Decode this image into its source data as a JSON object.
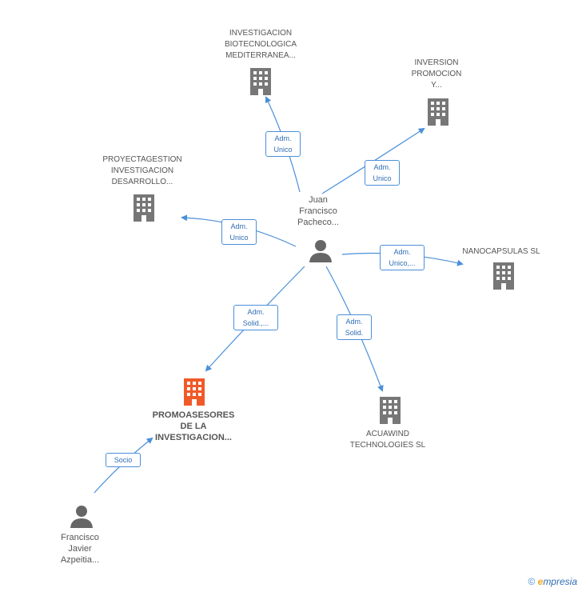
{
  "nodes": {
    "center_person": {
      "lines": [
        "Juan",
        "Francisco",
        "Pacheco..."
      ]
    },
    "inv_biotec": {
      "lines": [
        "INVESTIGACION",
        "BIOTECNOLOGICA",
        "MEDITERRANEA..."
      ]
    },
    "inversion": {
      "lines": [
        "INVERSION",
        "PROMOCION",
        "Y..."
      ]
    },
    "proyecta": {
      "lines": [
        "PROYECTAGESTION",
        "INVESTIGACION",
        "DESARROLLO..."
      ]
    },
    "nanocaps": {
      "lines": [
        "NANOCAPSULAS SL"
      ]
    },
    "promoasesores": {
      "lines": [
        "PROMOASESORES",
        "DE LA",
        "INVESTIGACION..."
      ]
    },
    "acuawind": {
      "lines": [
        "ACUAWIND",
        "TECHNOLOGIES SL"
      ]
    },
    "francisco": {
      "lines": [
        "Francisco",
        "Javier",
        "Azpeitia..."
      ]
    }
  },
  "edges": {
    "e1": {
      "lines": [
        "Adm.",
        "Unico"
      ]
    },
    "e2": {
      "lines": [
        "Adm.",
        "Unico"
      ]
    },
    "e3": {
      "lines": [
        "Adm.",
        "Unico"
      ]
    },
    "e4": {
      "lines": [
        "Adm.",
        "Unico,..."
      ]
    },
    "e5": {
      "lines": [
        "Adm.",
        "Solid.,..."
      ]
    },
    "e6": {
      "lines": [
        "Adm.",
        "Solid."
      ]
    },
    "e7": {
      "lines": [
        "Socio"
      ]
    }
  },
  "brand": {
    "copyright": "©",
    "e": "e",
    "rest": "mpresia"
  },
  "colors": {
    "edge": "#4a90d9",
    "building": "#777777",
    "highlight": "#f05a28",
    "person": "#666666"
  }
}
